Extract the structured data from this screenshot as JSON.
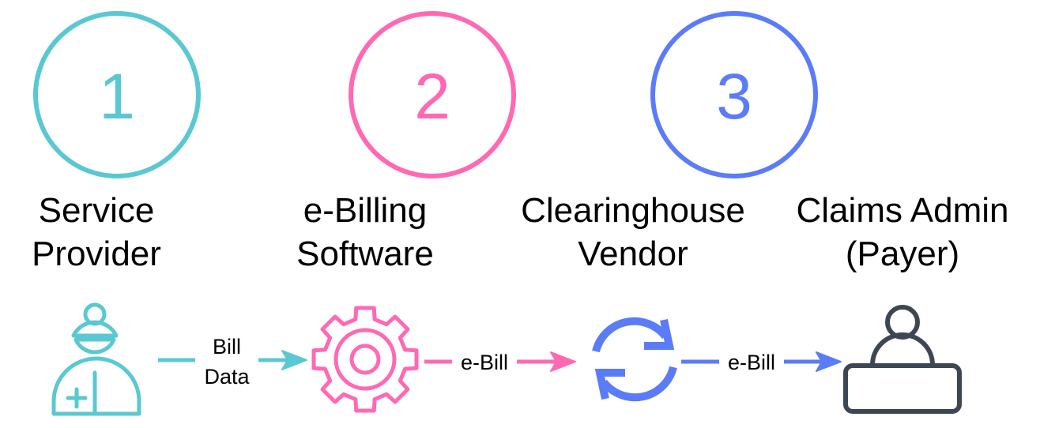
{
  "colors": {
    "teal": "#5AC8D3",
    "pink": "#FF69B4",
    "blue": "#5B7CF8",
    "gray": "#3F4653",
    "text": "#000000"
  },
  "steps": [
    {
      "number": "1",
      "color": "#5AC8D3"
    },
    {
      "number": "2",
      "color": "#FF69B4"
    },
    {
      "number": "3",
      "color": "#5B7CF8"
    }
  ],
  "stages": [
    {
      "line1": "Service",
      "line2": "Provider",
      "icon": "healthcare-worker-icon",
      "color": "#5AC8D3"
    },
    {
      "line1": "e-Billing",
      "line2": "Software",
      "icon": "gear-icon",
      "color": "#FF69B4"
    },
    {
      "line1": "Clearinghouse",
      "line2": "Vendor",
      "icon": "sync-icon",
      "color": "#5B7CF8"
    },
    {
      "line1": "Claims Admin",
      "line2": "(Payer)",
      "icon": "user-desk-icon",
      "color": "#3F4653"
    }
  ],
  "flows": [
    {
      "line1": "Bill",
      "line2": "Data",
      "color": "#5AC8D3"
    },
    {
      "label": "e-Bill",
      "color": "#FF69B4"
    },
    {
      "label": "e-Bill",
      "color": "#5B7CF8"
    }
  ]
}
